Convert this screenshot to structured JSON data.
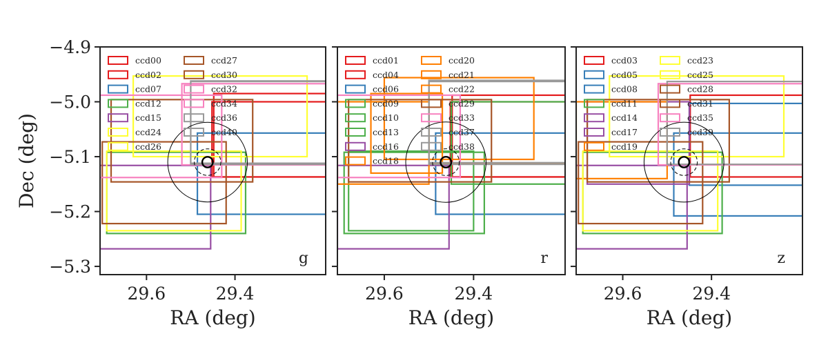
{
  "chart_data": [
    {
      "type": "footprint",
      "band": "g",
      "xlabel": "RA (deg)",
      "ylabel": "Dec (deg)",
      "xlim": [
        29.705,
        29.195
      ],
      "ylim": [
        -5.315,
        -4.9
      ],
      "xticks": [
        "29.6",
        "29.4"
      ],
      "xtick_values": [
        29.6,
        29.4
      ],
      "yticks": [
        "−4.9",
        "−5.0",
        "−5.1",
        "−5.2",
        "−5.3"
      ],
      "ytick_values": [
        -4.9,
        -5.0,
        -5.1,
        -5.2,
        -5.3
      ],
      "circles": [
        {
          "ra": 29.462,
          "dec": -5.11,
          "r": 0.09
        },
        {
          "ra": 29.462,
          "dec": -5.11,
          "r": 0.03
        },
        {
          "ra": 29.462,
          "dec": -5.11,
          "r": 0.012
        }
      ],
      "ccds": [
        {
          "name": "ccd00",
          "color": "#e41a1c",
          "ra": [
            29.448,
            29.15
          ],
          "dec": [
            -5.137,
            -4.985
          ]
        },
        {
          "name": "ccd02",
          "color": "#e41a1c",
          "ra": [
            29.452,
            29.15
          ],
          "dec": [
            -5.137,
            -5.0
          ]
        },
        {
          "name": "ccd07",
          "color": "#377eb8",
          "ra": [
            29.485,
            29.15
          ],
          "dec": [
            -5.205,
            -5.057
          ]
        },
        {
          "name": "ccd12",
          "color": "#4daf4a",
          "ra": [
            29.69,
            29.376
          ],
          "dec": [
            -5.24,
            -5.092
          ]
        },
        {
          "name": "ccd15",
          "color": "#984ea3",
          "ra": [
            29.705,
            29.455
          ],
          "dec": [
            -5.268,
            -5.116
          ]
        },
        {
          "name": "ccd24",
          "color": "#ffff33",
          "ra": [
            29.63,
            29.237
          ],
          "dec": [
            -5.1,
            -4.953
          ]
        },
        {
          "name": "ccd26",
          "color": "#ffff33",
          "ra": [
            29.69,
            29.386
          ],
          "dec": [
            -5.235,
            -5.09
          ]
        },
        {
          "name": "ccd27",
          "color": "#a65628",
          "ra": [
            29.7,
            29.42
          ],
          "dec": [
            -5.222,
            -5.073
          ]
        },
        {
          "name": "ccd30",
          "color": "#a65628",
          "ra": [
            29.68,
            29.36
          ],
          "dec": [
            -5.146,
            -4.996
          ]
        },
        {
          "name": "ccd32",
          "color": "#f781bf",
          "ra": [
            29.705,
            29.43
          ],
          "dec": [
            -5.138,
            -4.988
          ]
        },
        {
          "name": "ccd34",
          "color": "#f781bf",
          "ra": [
            29.52,
            29.15
          ],
          "dec": [
            -5.115,
            -4.967
          ]
        },
        {
          "name": "ccd36",
          "color": "#999999",
          "ra": [
            29.5,
            29.15
          ],
          "dec": [
            -5.114,
            -4.963
          ]
        },
        {
          "name": "ccd40",
          "color": "#999999",
          "ra": [
            29.5,
            29.15
          ],
          "dec": [
            -5.112,
            -4.962
          ]
        }
      ]
    },
    {
      "type": "footprint",
      "band": "r",
      "xlabel": "RA (deg)",
      "ylabel": "",
      "xlim": [
        29.705,
        29.195
      ],
      "ylim": [
        -5.315,
        -4.9
      ],
      "xticks": [
        "29.6",
        "29.4"
      ],
      "xtick_values": [
        29.6,
        29.4
      ],
      "yticks": [],
      "ytick_values": [
        -4.9,
        -5.0,
        -5.1,
        -5.2,
        -5.3
      ],
      "circles": [
        {
          "ra": 29.462,
          "dec": -5.11,
          "r": 0.09
        },
        {
          "ra": 29.462,
          "dec": -5.11,
          "r": 0.03
        },
        {
          "ra": 29.462,
          "dec": -5.11,
          "r": 0.012
        }
      ],
      "ccds": [
        {
          "name": "ccd01",
          "color": "#e41a1c",
          "ra": [
            29.448,
            29.15
          ],
          "dec": [
            -5.137,
            -4.988
          ]
        },
        {
          "name": "ccd04",
          "color": "#e41a1c",
          "ra": [
            29.452,
            29.15
          ],
          "dec": [
            -5.137,
            -5.0
          ]
        },
        {
          "name": "ccd06",
          "color": "#377eb8",
          "ra": [
            29.485,
            29.15
          ],
          "dec": [
            -5.205,
            -5.057
          ]
        },
        {
          "name": "ccd09",
          "color": "#4daf4a",
          "ra": [
            29.69,
            29.376
          ],
          "dec": [
            -5.24,
            -5.092
          ]
        },
        {
          "name": "ccd10",
          "color": "#4daf4a",
          "ra": [
            29.45,
            29.15
          ],
          "dec": [
            -5.15,
            -5.0
          ]
        },
        {
          "name": "ccd13",
          "color": "#4daf4a",
          "ra": [
            29.68,
            29.4
          ],
          "dec": [
            -5.235,
            -5.09
          ]
        },
        {
          "name": "ccd16",
          "color": "#984ea3",
          "ra": [
            29.705,
            29.455
          ],
          "dec": [
            -5.268,
            -5.116
          ]
        },
        {
          "name": "ccd18",
          "color": "#ff7f00",
          "ra": [
            29.705,
            29.5
          ],
          "dec": [
            -5.15,
            -5.0
          ]
        },
        {
          "name": "ccd20",
          "color": "#ff7f00",
          "ra": [
            29.6,
            29.265
          ],
          "dec": [
            -5.105,
            -4.956
          ]
        },
        {
          "name": "ccd21",
          "color": "#ff7f00",
          "ra": [
            29.63,
            29.47
          ],
          "dec": [
            -5.13,
            -4.985
          ]
        },
        {
          "name": "ccd22",
          "color": "#ff7f00",
          "ra": [
            29.5,
            29.15
          ],
          "dec": [
            -5.112,
            -4.962
          ]
        },
        {
          "name": "ccd29",
          "color": "#a65628",
          "ra": [
            29.68,
            29.36
          ],
          "dec": [
            -5.146,
            -4.996
          ]
        },
        {
          "name": "ccd33",
          "color": "#f781bf",
          "ra": [
            29.705,
            29.43
          ],
          "dec": [
            -5.138,
            -4.988
          ]
        },
        {
          "name": "ccd37",
          "color": "#999999",
          "ra": [
            29.5,
            29.15
          ],
          "dec": [
            -5.114,
            -4.963
          ]
        },
        {
          "name": "ccd38",
          "color": "#999999",
          "ra": [
            29.5,
            29.15
          ],
          "dec": [
            -5.111,
            -4.961
          ]
        }
      ]
    },
    {
      "type": "footprint",
      "band": "z",
      "xlabel": "RA (deg)",
      "ylabel": "",
      "xlim": [
        29.705,
        29.195
      ],
      "ylim": [
        -5.315,
        -4.9
      ],
      "xticks": [
        "29.6",
        "29.4"
      ],
      "xtick_values": [
        29.6,
        29.4
      ],
      "yticks": [],
      "ytick_values": [
        -4.9,
        -5.0,
        -5.1,
        -5.2,
        -5.3
      ],
      "circles": [
        {
          "ra": 29.462,
          "dec": -5.11,
          "r": 0.09
        },
        {
          "ra": 29.462,
          "dec": -5.11,
          "r": 0.03
        },
        {
          "ra": 29.462,
          "dec": -5.11,
          "r": 0.012
        }
      ],
      "ccds": [
        {
          "name": "ccd03",
          "color": "#e41a1c",
          "ra": [
            29.448,
            29.15
          ],
          "dec": [
            -5.137,
            -4.988
          ]
        },
        {
          "name": "ccd05",
          "color": "#377eb8",
          "ra": [
            29.45,
            29.15
          ],
          "dec": [
            -5.152,
            -5.003
          ]
        },
        {
          "name": "ccd08",
          "color": "#377eb8",
          "ra": [
            29.485,
            29.15
          ],
          "dec": [
            -5.208,
            -5.057
          ]
        },
        {
          "name": "ccd11",
          "color": "#4daf4a",
          "ra": [
            29.69,
            29.376
          ],
          "dec": [
            -5.24,
            -5.092
          ]
        },
        {
          "name": "ccd14",
          "color": "#984ea3",
          "ra": [
            29.705,
            29.455
          ],
          "dec": [
            -5.268,
            -5.116
          ]
        },
        {
          "name": "ccd17",
          "color": "#984ea3",
          "ra": [
            29.68,
            29.45
          ],
          "dec": [
            -5.15,
            -5.0
          ]
        },
        {
          "name": "ccd19",
          "color": "#ff7f00",
          "ra": [
            29.705,
            29.5
          ],
          "dec": [
            -5.14,
            -5.0
          ]
        },
        {
          "name": "ccd23",
          "color": "#ffff33",
          "ra": [
            29.63,
            29.237
          ],
          "dec": [
            -5.1,
            -4.953
          ]
        },
        {
          "name": "ccd25",
          "color": "#ffff33",
          "ra": [
            29.69,
            29.386
          ],
          "dec": [
            -5.235,
            -5.09
          ]
        },
        {
          "name": "ccd28",
          "color": "#a65628",
          "ra": [
            29.7,
            29.42
          ],
          "dec": [
            -5.222,
            -5.073
          ]
        },
        {
          "name": "ccd31",
          "color": "#a65628",
          "ra": [
            29.68,
            29.36
          ],
          "dec": [
            -5.146,
            -4.996
          ]
        },
        {
          "name": "ccd35",
          "color": "#f781bf",
          "ra": [
            29.52,
            29.15
          ],
          "dec": [
            -5.115,
            -4.967
          ]
        },
        {
          "name": "ccd39",
          "color": "#999999",
          "ra": [
            29.5,
            29.15
          ],
          "dec": [
            -5.114,
            -4.963
          ]
        }
      ]
    }
  ]
}
